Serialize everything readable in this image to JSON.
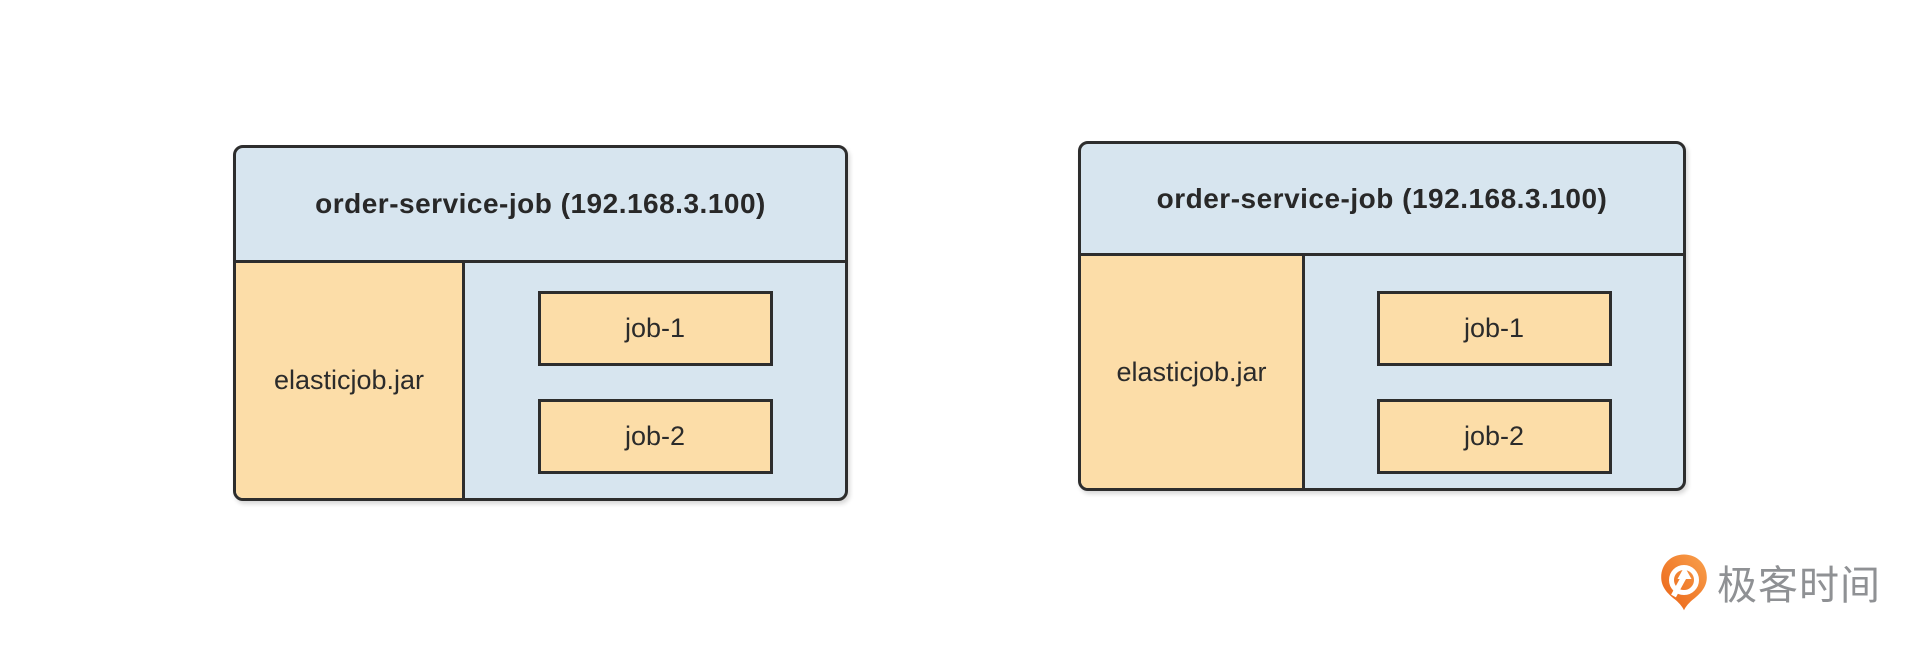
{
  "colors": {
    "node_fill": "#d7e5ef",
    "jar_fill": "#fcdda8",
    "border": "#2d2d2d",
    "text": "#2b2b2b",
    "logo_text_color": "#8f9194",
    "logo_orange_dark": "#ea6114",
    "logo_orange_light": "#f9a14d"
  },
  "nodes": [
    {
      "title": "order-service-job (192.168.3.100)",
      "jar_label": "elasticjob.jar",
      "jobs": [
        "job-1",
        "job-2"
      ]
    },
    {
      "title": "order-service-job (192.168.3.100)",
      "jar_label": "elasticjob.jar",
      "jobs": [
        "job-1",
        "job-2"
      ]
    }
  ],
  "logo": {
    "text": "极客时间",
    "icon": "geektime-pin-icon"
  }
}
